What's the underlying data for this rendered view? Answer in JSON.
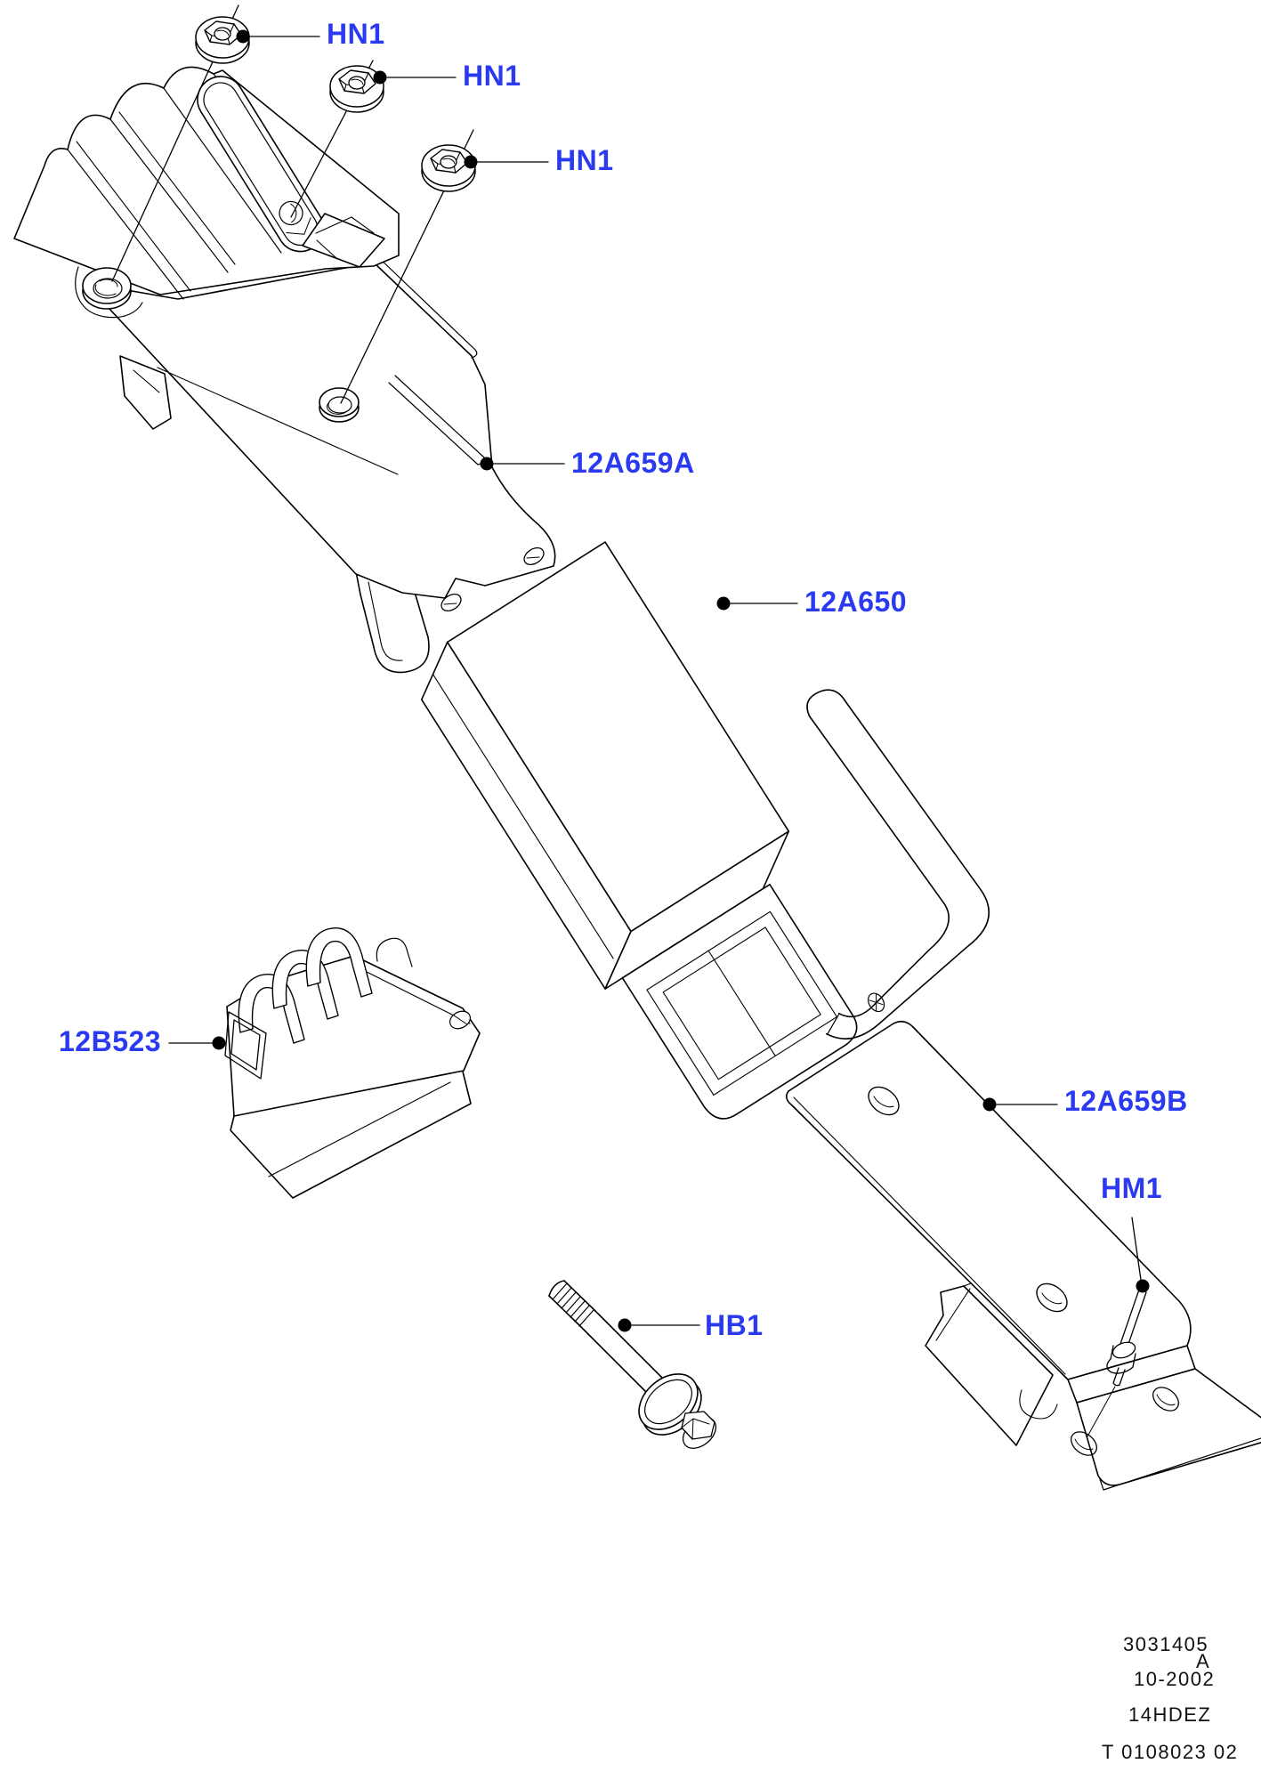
{
  "diagram": {
    "type": "exploded-parts-diagram",
    "callouts": [
      {
        "id": "hn1-a",
        "label": "HN1"
      },
      {
        "id": "hn1-b",
        "label": "HN1"
      },
      {
        "id": "hn1-c",
        "label": "HN1"
      },
      {
        "id": "12a659a",
        "label": "12A659A"
      },
      {
        "id": "12a650",
        "label": "12A650"
      },
      {
        "id": "12b523",
        "label": "12B523"
      },
      {
        "id": "12a659b",
        "label": "12A659B"
      },
      {
        "id": "hm1",
        "label": "HM1"
      },
      {
        "id": "hb1",
        "label": "HB1"
      }
    ],
    "colors": {
      "label_blue": "#2a3af0",
      "line_black": "#000000",
      "background": "#ffffff"
    },
    "footer": {
      "part_number": "3031405",
      "revision": "A",
      "date": "10-2002",
      "code": "14HDEZ",
      "doc_ref": "T 0108023 02"
    }
  }
}
